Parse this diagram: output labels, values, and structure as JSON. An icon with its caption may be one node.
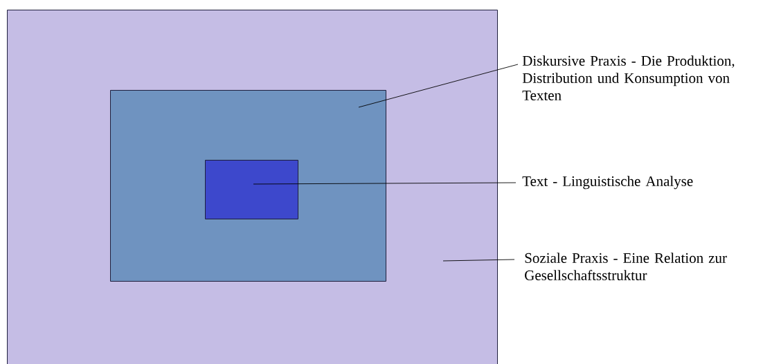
{
  "diagram": {
    "nodes": [
      {
        "text": [],
        "shape": "box"
      },
      {
        "text": [],
        "shape": "box",
        "in": 0
      },
      {
        "text": [],
        "shape": "box",
        "in": 1
      },
      {
        "text": [
          "Diskursive Praxis - Die Produktion, Distribution und Konsumption von Texten"
        ]
      },
      {
        "text": [
          "Text - Linguistische Analyse"
        ]
      },
      {
        "text": [
          "Soziale Praxis - Eine Relation zur Gesellschaftsstruktur"
        ]
      }
    ],
    "edges": [
      {
        "from": 3,
        "to": 1,
        "arrow": "none"
      },
      {
        "from": 4,
        "to": 2,
        "arrow": "none"
      },
      {
        "from": 5,
        "to": 0,
        "arrow": "none"
      }
    ]
  }
}
